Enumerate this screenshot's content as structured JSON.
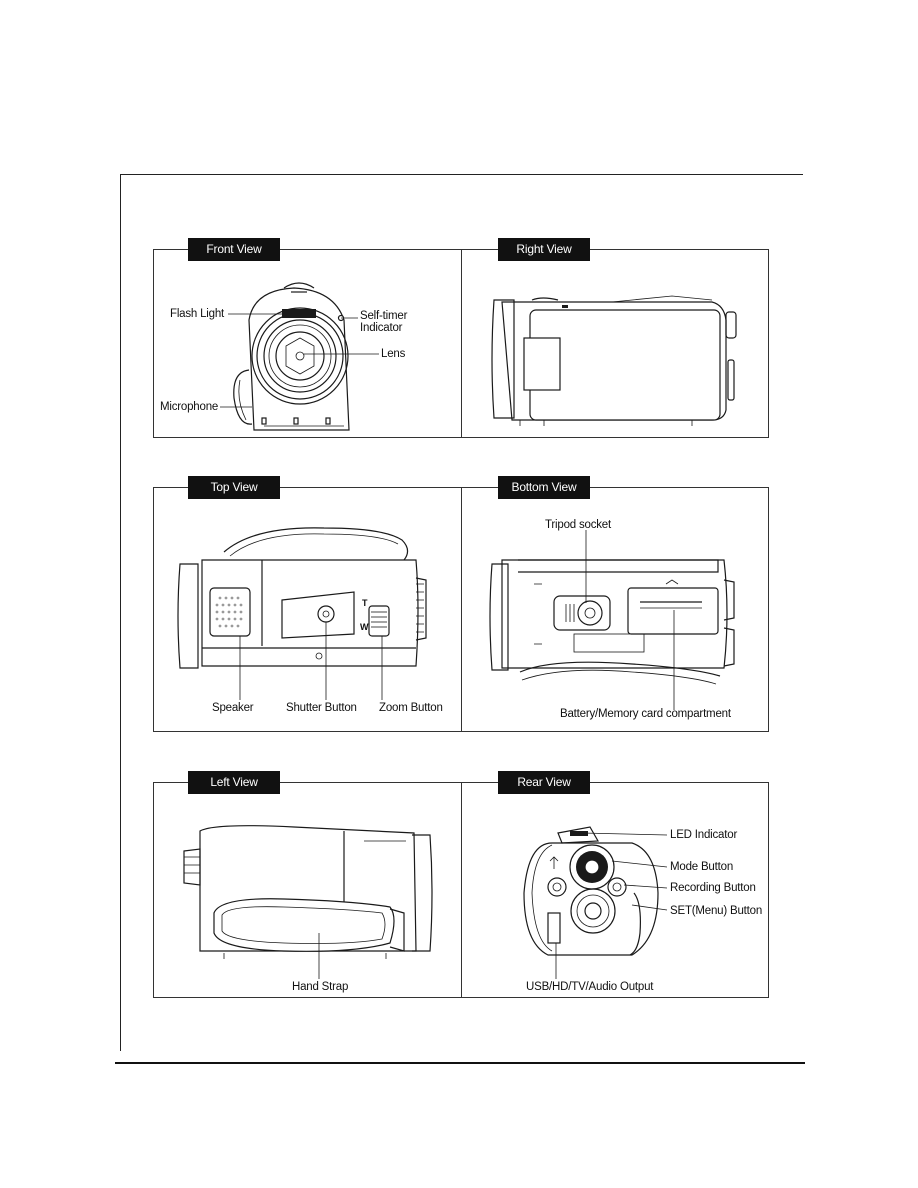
{
  "panels": {
    "front": {
      "title": "Front View",
      "flash": "Flash Light",
      "selftimer": "Self-timer",
      "selftimer2": "Indicator",
      "lens": "Lens",
      "mic": "Microphone"
    },
    "right": {
      "title": "Right View"
    },
    "top": {
      "title": "Top View",
      "speaker": "Speaker",
      "shutter": "Shutter Button",
      "zoom": "Zoom Button",
      "zoom_t": "T",
      "zoom_w": "W"
    },
    "bottom": {
      "title": "Bottom View",
      "tripod": "Tripod socket",
      "battery": "Battery/Memory card compartment"
    },
    "left": {
      "title": "Left View",
      "strap": "Hand Strap"
    },
    "rear": {
      "title": "Rear View",
      "led": "LED Indicator",
      "mode": "Mode Button",
      "rec": "Recording Button",
      "set": "SET(Menu) Button",
      "usb": "USB/HD/TV/Audio Output"
    }
  }
}
